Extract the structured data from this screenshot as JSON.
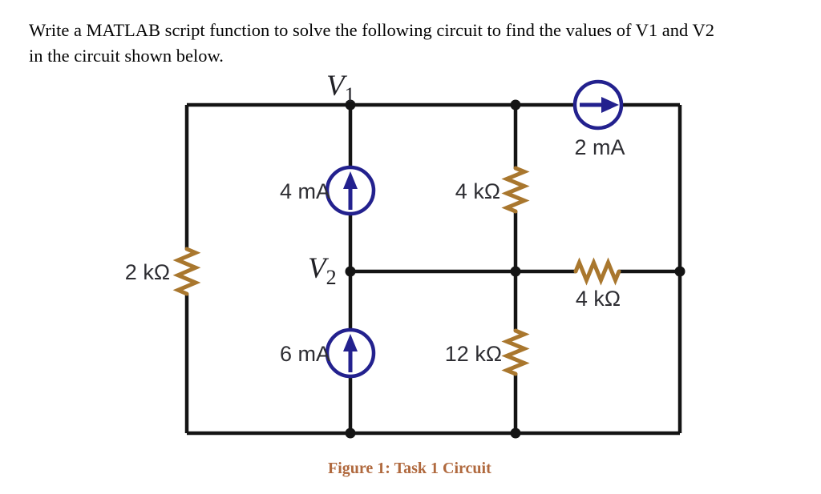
{
  "colors": {
    "page_bg": "#ffffff",
    "text": "#050505",
    "wire": "#141414",
    "source": "#23218e",
    "resistor": "#a9772e",
    "label": "#2e2e33",
    "node_label": "#212126",
    "caption": "#b0693e"
  },
  "prompt": {
    "line1": "Write a MATLAB script function to solve the following circuit to find the values of V1 and V2",
    "line2": "in the circuit shown below."
  },
  "circuit": {
    "node_labels": {
      "v1": {
        "base": "V",
        "sub": "1"
      },
      "v2": {
        "base": "V",
        "sub": "2"
      }
    },
    "sources": {
      "top": {
        "label": "2 mA",
        "type": "current-source",
        "direction": "right"
      },
      "mid": {
        "label": "4 mA",
        "type": "current-source",
        "direction": "up"
      },
      "bottom": {
        "label": "6 mA",
        "type": "current-source",
        "direction": "up"
      }
    },
    "resistors": {
      "left": {
        "label": "2 kΩ",
        "orientation": "vertical"
      },
      "mid_top": {
        "label": "4 kΩ",
        "orientation": "vertical"
      },
      "mid_bottom": {
        "label": "12 kΩ",
        "orientation": "vertical"
      },
      "right": {
        "label": "4 kΩ",
        "orientation": "horizontal"
      }
    }
  },
  "figure": {
    "caption": "Figure 1: Task 1 Circuit"
  }
}
